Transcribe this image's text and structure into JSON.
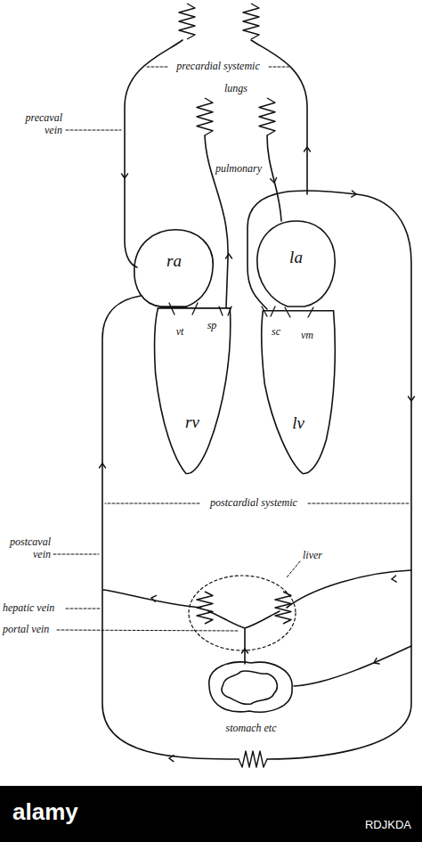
{
  "diagram": {
    "nodes": [
      {
        "text": [
          "ra"
        ]
      },
      {
        "text": [
          "la"
        ]
      },
      {
        "text": [
          "rv"
        ]
      },
      {
        "text": [
          "lv"
        ]
      }
    ],
    "labels": [
      "precardial systemic",
      "lungs",
      "precaval vein",
      "pulmonary",
      "sp",
      "vt",
      "sc",
      "vm",
      "postcaval vein",
      "postcardial systemic",
      "liver",
      "hepatic vein",
      "portal vein",
      "stomach etc",
      "alamy",
      "RDJKDA"
    ]
  }
}
